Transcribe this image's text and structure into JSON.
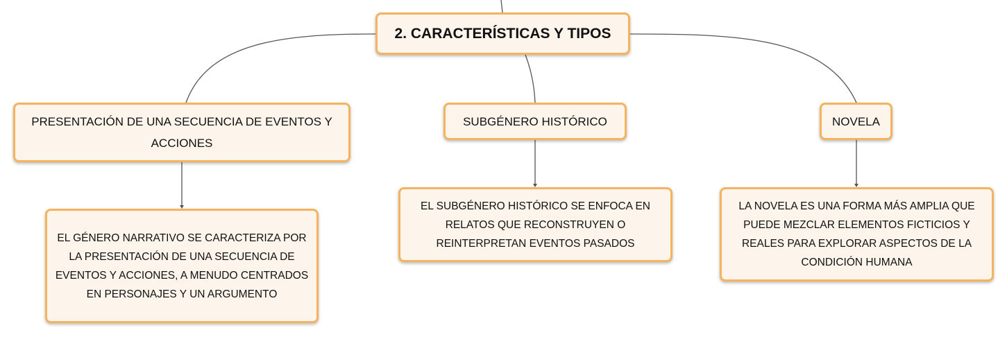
{
  "root": {
    "label": "2. CARACTERÍSTICAS Y TIPOS"
  },
  "branches": [
    {
      "label": "PRESENTACIÓN DE UNA SECUENCIA DE EVENTOS Y ACCIONES",
      "detail": "EL GÉNERO NARRATIVO SE CARACTERIZA POR LA PRESENTACIÓN DE UNA SECUENCIA DE EVENTOS Y ACCIONES, A MENUDO CENTRADOS EN PERSONAJES Y UN ARGUMENTO"
    },
    {
      "label": "SUBGÉNERO HISTÓRICO",
      "detail": "EL SUBGÉNERO HISTÓRICO SE ENFOCA EN RELATOS QUE RECONSTRUYEN O REINTERPRETAN EVENTOS PASADOS"
    },
    {
      "label": "NOVELA",
      "detail": "LA NOVELA ES UNA FORMA MÁS AMPLIA QUE PUEDE MEZCLAR ELEMENTOS FICTICIOS Y REALES PARA EXPLORAR ASPECTOS DE LA CONDICIÓN HUMANA"
    }
  ],
  "colors": {
    "node_fill": "#fdf4ec",
    "node_border": "#f4b35f",
    "connector": "#555555"
  }
}
